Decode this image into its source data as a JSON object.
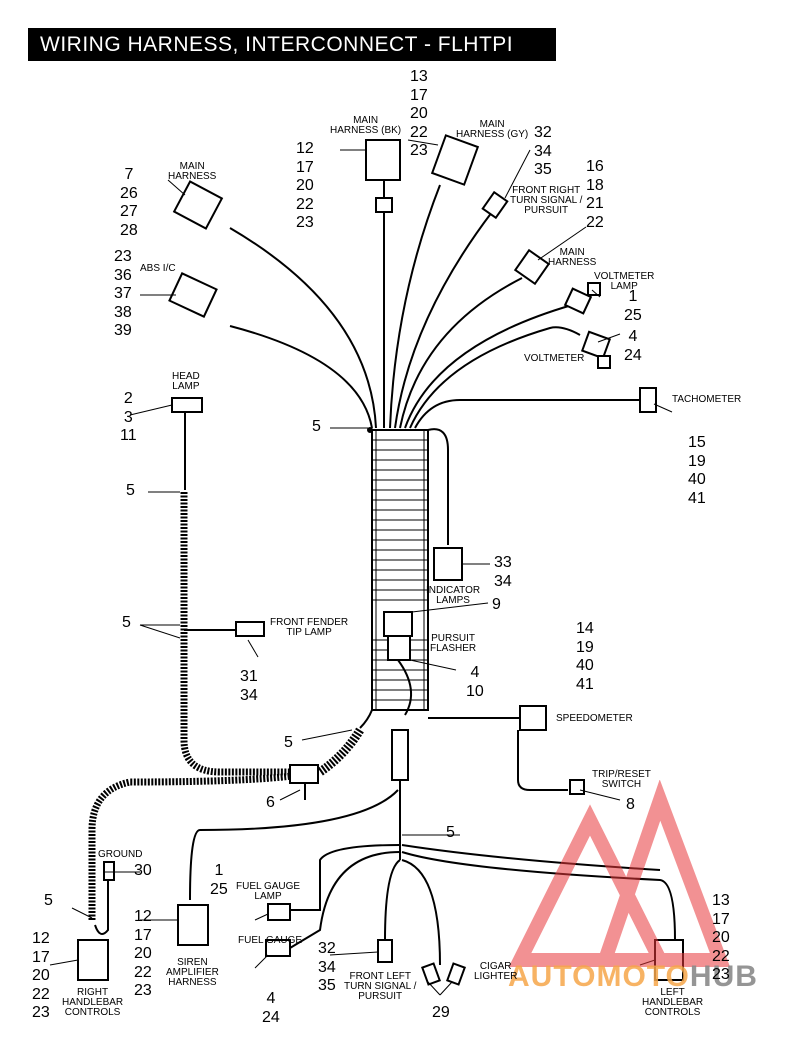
{
  "title": "WIRING HARNESS, INTERCONNECT - FLHTPI",
  "labels": {
    "main_harness_bk": [
      "MAIN",
      "HARNESS (BK)"
    ],
    "main_harness_gy": [
      "MAIN",
      "HARNESS (GY)"
    ],
    "main_harness_left": [
      "MAIN",
      "HARNESS"
    ],
    "main_harness_right": [
      "MAIN",
      "HARNESS"
    ],
    "front_right_turn": [
      "FRONT RIGHT",
      "TURN SIGNAL /",
      "PURSUIT"
    ],
    "abs_ic": "ABS I/C",
    "voltmeter_lamp": [
      "VOLTMETER",
      "LAMP"
    ],
    "voltmeter": "VOLTMETER",
    "tachometer": "TACHOMETER",
    "head_lamp": [
      "HEAD",
      "LAMP"
    ],
    "indicator_lamps": [
      "INDICATOR",
      "LAMPS"
    ],
    "front_fender_tip_lamp": [
      "FRONT FENDER",
      "TIP LAMP"
    ],
    "pursuit_flasher": [
      "PURSUIT",
      "FLASHER"
    ],
    "speedometer": "SPEEDOMETER",
    "trip_reset_switch": [
      "TRIP/RESET",
      "SWITCH"
    ],
    "ground": "GROUND",
    "fuel_gauge_lamp": [
      "FUEL GAUGE",
      "LAMP"
    ],
    "fuel_gauge": "FUEL GAUGE",
    "siren_amplifier_harness": [
      "SIREN",
      "AMPLIFIER",
      "HARNESS"
    ],
    "right_handlebar_controls": [
      "RIGHT",
      "HANDLEBAR",
      "CONTROLS"
    ],
    "front_left_turn": [
      "FRONT LEFT",
      "TURN SIGNAL /",
      "PURSUIT"
    ],
    "cigar_lighter": [
      "CIGAR",
      "LIGHTER"
    ],
    "left_handlebar_controls": [
      "LEFT",
      "HANDLEBAR",
      "CONTROLS"
    ]
  },
  "callouts": {
    "main_bk": [
      "12",
      "17",
      "20",
      "22",
      "23"
    ],
    "main_gy": [
      "13",
      "17",
      "20",
      "22",
      "23"
    ],
    "main_left": [
      "7",
      "26",
      "27",
      "28"
    ],
    "front_right_turn": [
      "32",
      "34",
      "35"
    ],
    "main_right": [
      "16",
      "18",
      "21",
      "22"
    ],
    "abs": [
      "23",
      "36",
      "37",
      "38",
      "39"
    ],
    "voltmeter_lamp": [
      "1",
      "25"
    ],
    "voltmeter": [
      "4",
      "24"
    ],
    "tachometer": [
      "15",
      "19",
      "40",
      "41"
    ],
    "head_lamp": [
      "2",
      "3",
      "11"
    ],
    "clip_harness_top": "5",
    "clip_headlamp": "5",
    "clip_fender": "5",
    "indicator_lamps": [
      "33",
      "34"
    ],
    "indicator_9": "9",
    "fender_tip_lamp": [
      "31",
      "34"
    ],
    "speedometer": [
      "14",
      "19",
      "40",
      "41"
    ],
    "pursuit_flasher": [
      "4",
      "10"
    ],
    "clip_lower": "5",
    "item_6": "6",
    "trip_reset": "8",
    "clip_branch": "5",
    "ground": "30",
    "fuel_gauge_lamp": [
      "1",
      "25"
    ],
    "clip_right_controls": "5",
    "siren": [
      "12",
      "17",
      "20",
      "22",
      "23"
    ],
    "right_controls": [
      "12",
      "17",
      "20",
      "22",
      "23"
    ],
    "fuel_gauge": [
      "4",
      "24"
    ],
    "front_left_turn": [
      "32",
      "34",
      "35"
    ],
    "cigar_lighter": "29",
    "left_controls": [
      "13",
      "17",
      "20",
      "22",
      "23"
    ]
  },
  "watermark": {
    "part_a": "AUTOMOTO",
    "part_b": "HUB"
  },
  "colors": {
    "line": "#000000",
    "title_bg": "#000000",
    "watermark_red": "#e8393b",
    "watermark_orange": "#f6a64a"
  }
}
